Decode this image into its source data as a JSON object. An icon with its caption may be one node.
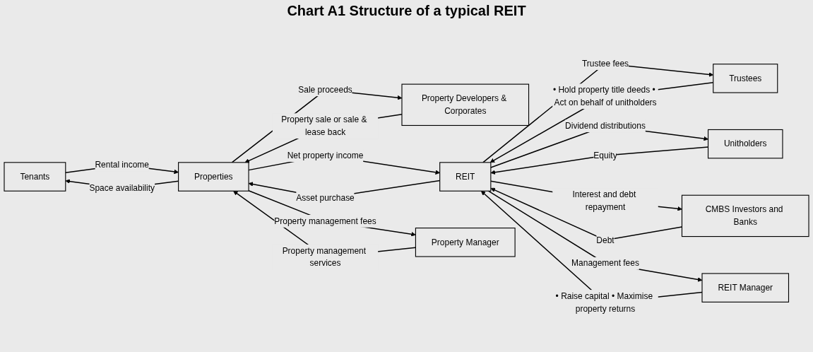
{
  "diagram": {
    "title": "Chart A1 Structure of a typical REIT",
    "nodes": [
      {
        "text": [
          "Tenants"
        ]
      },
      {
        "text": [
          "Trustees"
        ]
      },
      {
        "text": [
          "Unitholders"
        ]
      },
      {
        "text": [
          "Property Developers & Corporates"
        ]
      },
      {
        "text": [
          "Properties"
        ]
      },
      {
        "text": [
          "REIT"
        ]
      },
      {
        "text": [
          "CMBS Investors and Banks"
        ]
      },
      {
        "text": [
          "Property Manager"
        ]
      },
      {
        "text": [
          "REIT Manager"
        ]
      }
    ],
    "edges": [
      {
        "from": 0,
        "to": 4,
        "arrow": "to",
        "label": "Rental income"
      },
      {
        "from": 4,
        "to": 0,
        "arrow": "to",
        "label": "Space availability"
      },
      {
        "from": 1,
        "to": 5,
        "arrow": "to",
        "label": "• Hold property title deeds • Act on behalf of unitholders"
      },
      {
        "from": 5,
        "to": 1,
        "arrow": "to",
        "label": "Trustee fees"
      },
      {
        "from": 2,
        "to": 5,
        "arrow": "to",
        "label": "Equity"
      },
      {
        "from": 5,
        "to": 2,
        "arrow": "to",
        "label": "Dividend distributions"
      },
      {
        "from": 3,
        "to": 4,
        "arrow": "to",
        "label": "Property sale or sale & lease back"
      },
      {
        "from": 4,
        "to": 3,
        "arrow": "to",
        "label": "Sale proceeds"
      },
      {
        "from": 4,
        "to": 5,
        "arrow": "to",
        "label": "Net property income"
      },
      {
        "from": 5,
        "to": 4,
        "arrow": "to",
        "label": "Asset purchase"
      },
      {
        "from": 5,
        "to": 6,
        "arrow": "to",
        "label": "Interest and debt repayment"
      },
      {
        "from": 6,
        "to": 5,
        "arrow": "to",
        "label": "Debt"
      },
      {
        "from": 4,
        "to": 7,
        "arrow": "to",
        "label": "Property management fees"
      },
      {
        "from": 7,
        "to": 4,
        "arrow": "to",
        "label": "Property management services"
      },
      {
        "from": 5,
        "to": 8,
        "arrow": "to",
        "label": "Management fees"
      },
      {
        "from": 8,
        "to": 5,
        "arrow": "to",
        "label": "• Raise capital • Maximise property returns"
      }
    ]
  }
}
